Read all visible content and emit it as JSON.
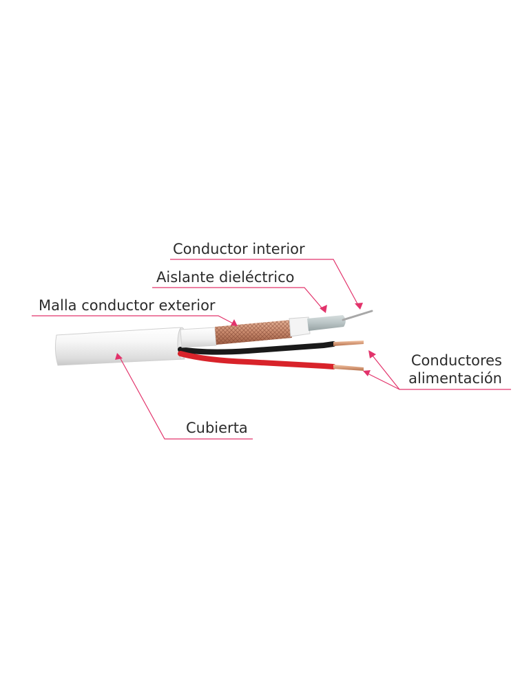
{
  "labels": {
    "conductor_interior": "Conductor interior",
    "aislante_dielectrico": "Aislante dieléctrico",
    "malla_conductor_exterior": "Malla conductor exterior",
    "conductores_line1": "Conductores",
    "conductores_line2": "alimentación",
    "cubierta": "Cubierta"
  },
  "colors": {
    "leader_line": "#e2336b",
    "jacket": "#f3f3f3",
    "dielectric": "#b9c4c5",
    "braid": "#c98a6d",
    "wire_black": "#1a1a1a",
    "wire_red": "#d8232a",
    "copper": "#d99a72"
  }
}
